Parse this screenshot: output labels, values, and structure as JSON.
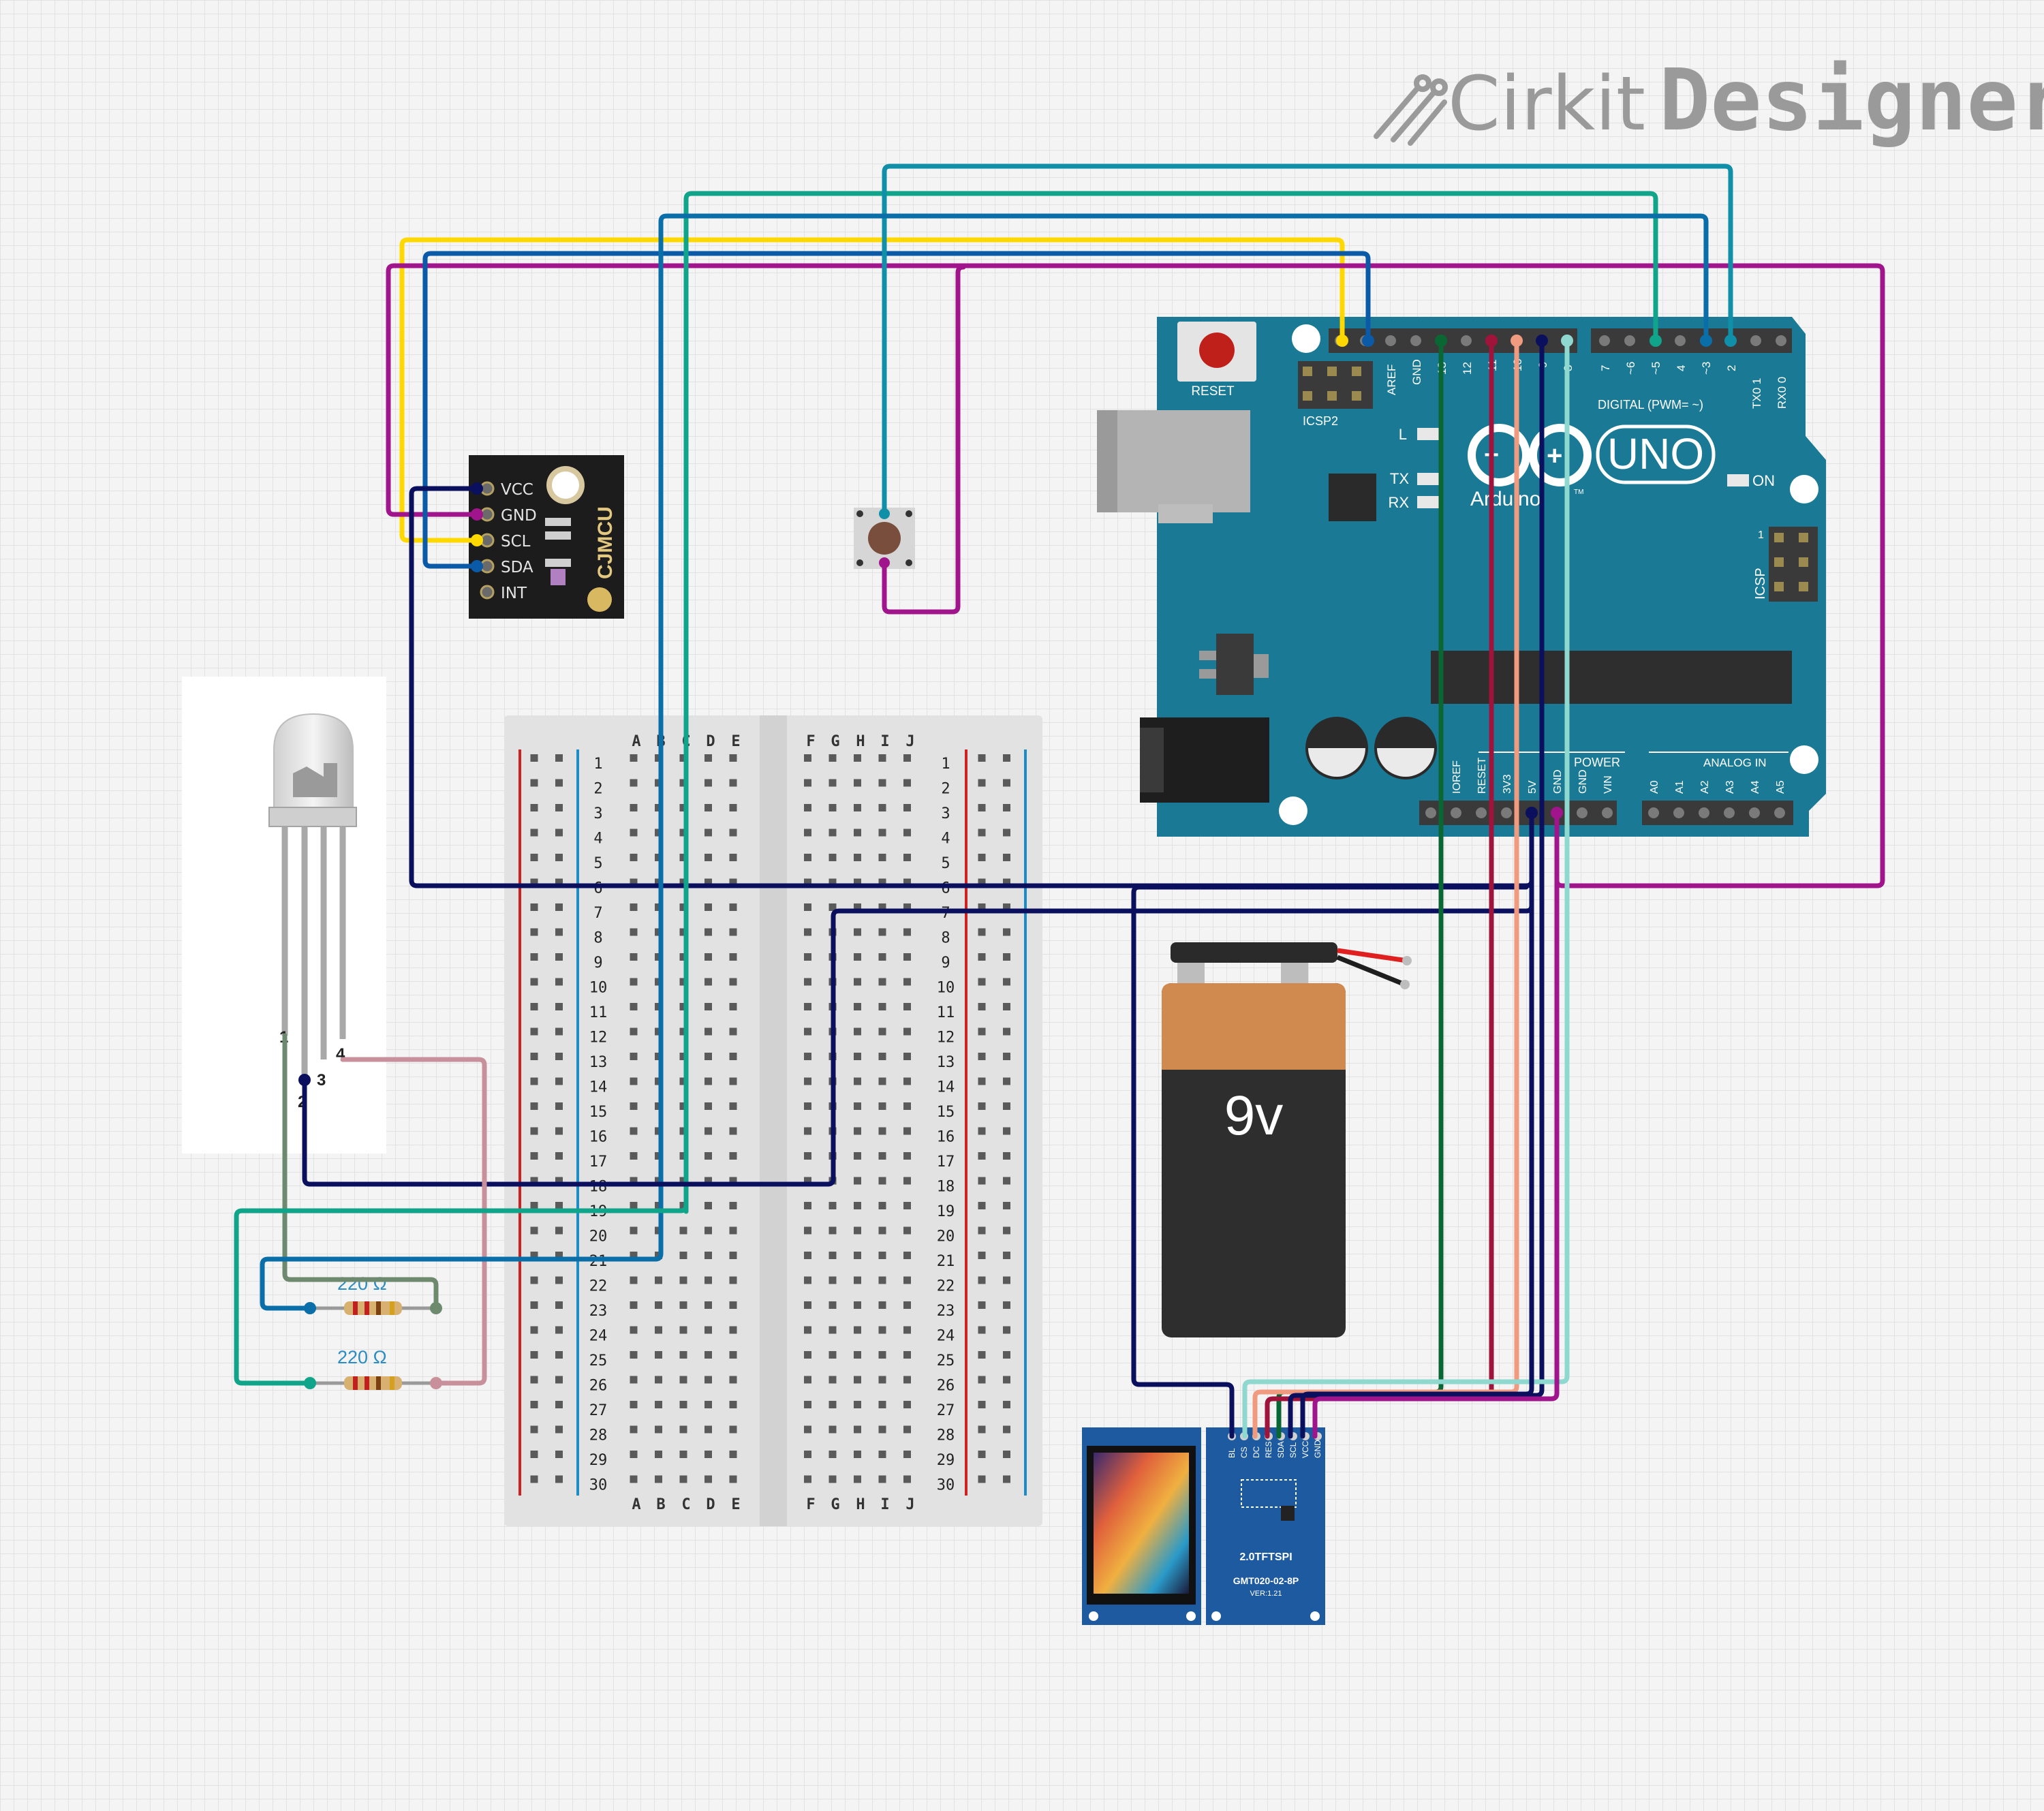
{
  "app": {
    "logo_light": "Cirkit",
    "logo_bold": "Designer"
  },
  "arduino": {
    "reset_label": "RESET",
    "icsp2_label": "ICSP2",
    "icsp_label": "ICSP",
    "l_label": "L",
    "tx_label": "TX",
    "rx_label": "RX",
    "on_label": "ON",
    "uno_label": "UNO",
    "brand_label": "Arduino",
    "tm_label": "TM",
    "digital_label": "DIGITAL (PWM= ~)",
    "power_label": "POWER",
    "analog_label": "ANALOG IN",
    "icsp_one": "1",
    "top_pins": [
      "AREF",
      "GND",
      "13",
      "12",
      "~11",
      "~10",
      "~9",
      "8",
      "7",
      "~6",
      "~5",
      "4",
      "~3",
      "2",
      "TX0 1",
      "RX0 0"
    ],
    "power_pins": [
      "IOREF",
      "RESET",
      "3V3",
      "5V",
      "GND",
      "GND",
      "VIN"
    ],
    "analog_pins": [
      "A0",
      "A1",
      "A2",
      "A3",
      "A4",
      "A5"
    ]
  },
  "sensor": {
    "brand": "CJMCU",
    "pins": [
      "VCC",
      "GND",
      "SCL",
      "SDA",
      "INT"
    ]
  },
  "battery": {
    "label": "9v"
  },
  "led": {
    "pins": [
      "1",
      "2",
      "3",
      "4"
    ]
  },
  "resistors": [
    {
      "label": "220 Ω"
    },
    {
      "label": "220 Ω"
    }
  ],
  "breadboard": {
    "columns_left": [
      "A",
      "B",
      "C",
      "D",
      "E"
    ],
    "columns_right": [
      "F",
      "G",
      "H",
      "I",
      "J"
    ],
    "rows": [
      "1",
      "2",
      "3",
      "4",
      "5",
      "6",
      "7",
      "8",
      "9",
      "10",
      "11",
      "12",
      "13",
      "14",
      "15",
      "16",
      "17",
      "18",
      "19",
      "20",
      "21",
      "22",
      "23",
      "24",
      "25",
      "26",
      "27",
      "28",
      "29",
      "30"
    ]
  },
  "tft": {
    "pins": [
      "BL",
      "CS",
      "DC",
      "RES",
      "SDA",
      "SCL",
      "VCC",
      "GND"
    ],
    "model": "2.0TFTSPI",
    "part": "GMT020-02-8P",
    "version": "VER:1.21"
  },
  "wire_colors": {
    "yellow": "#ffd800",
    "purple": "#a0148c",
    "blue": "#0a6ea8",
    "navy": "#0a0f5e",
    "teal": "#10a58a",
    "cyan": "#1090a8",
    "darkgreen": "#0a6632",
    "crimson": "#a0143c",
    "salmon": "#f09a80",
    "aqua": "#8ed8d0",
    "pink": "#c8909a",
    "olive": "#6e8a6e"
  }
}
